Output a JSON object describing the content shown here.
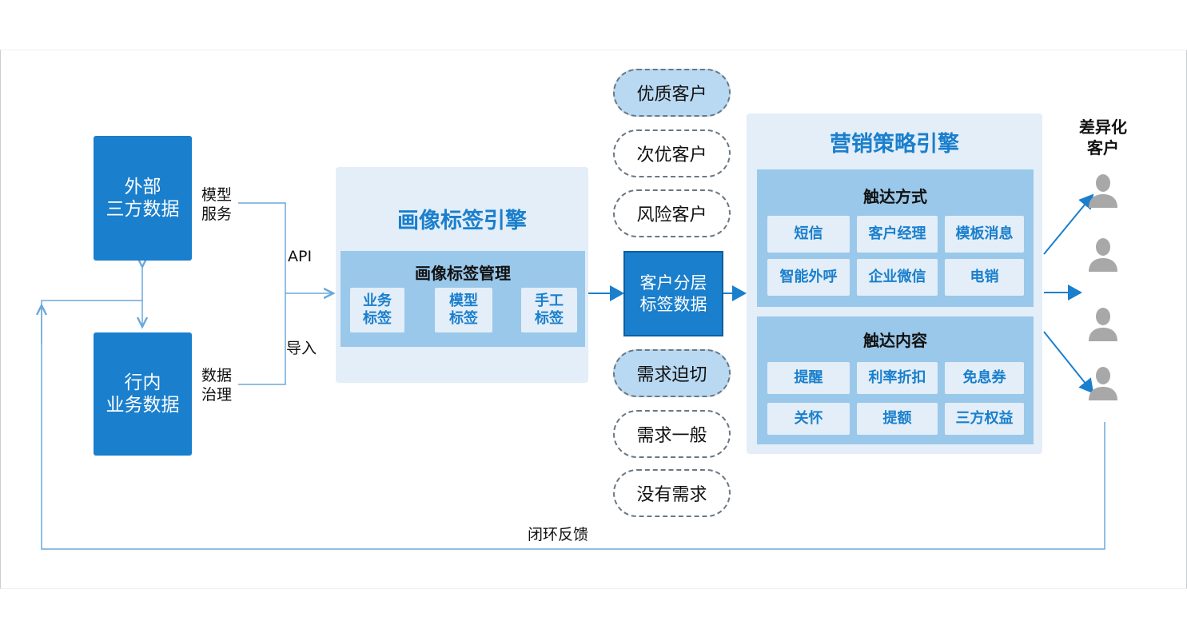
{
  "sources": {
    "external": "外部\n三方数据",
    "internal": "行内\n业务数据"
  },
  "connectors": {
    "model_service": "模型\n服务",
    "data_governance": "数据\n治理",
    "api": "API",
    "import": "导入",
    "feedback": "闭环反馈"
  },
  "profile_engine": {
    "title": "画像标签引擎",
    "management_title": "画像标签管理",
    "tags": [
      "业务\n标签",
      "模型\n标签",
      "手工\n标签"
    ]
  },
  "segments": {
    "quality": [
      "优质客户",
      "次优客户",
      "风险客户"
    ],
    "center": "客户分层\n标签数据",
    "demand": [
      "需求迫切",
      "需求一般",
      "没有需求"
    ]
  },
  "marketing_engine": {
    "title": "营销策略引擎",
    "channels_title": "触达方式",
    "channels": [
      "短信",
      "客户经理",
      "模板消息",
      "智能外呼",
      "企业微信",
      "电销"
    ],
    "content_title": "触达内容",
    "contents": [
      "提醒",
      "利率折扣",
      "免息券",
      "关怀",
      "提额",
      "三方权益"
    ]
  },
  "target": {
    "title": "差异化\n客户"
  },
  "colors": {
    "primary": "#1a7fcc",
    "panel_bg": "#e3eef8",
    "sub_panel_bg": "#9ac8ea",
    "pill_highlight": "#b9d9f2",
    "connector_line": "#6aa8db"
  },
  "icons": [
    "person-icon"
  ]
}
